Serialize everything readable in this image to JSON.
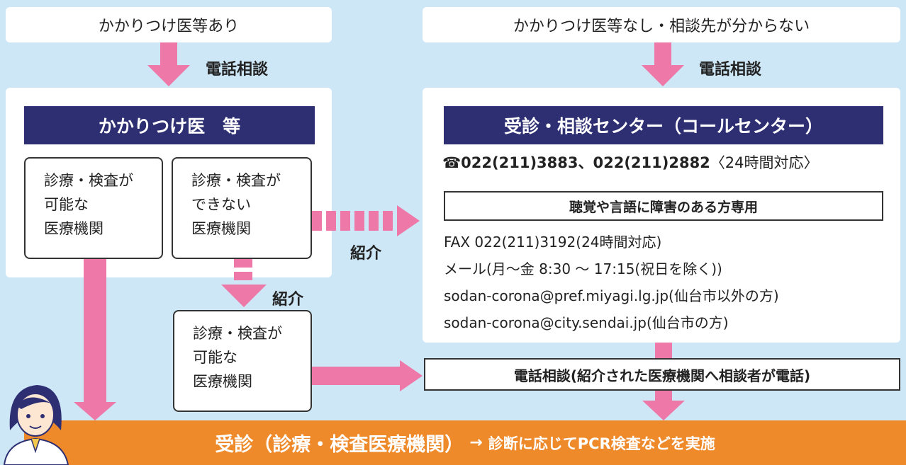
{
  "top_left": "かかりつけ医等あり",
  "top_right": "かかりつけ医等なし・相談先が分からない",
  "phone_consult_left": "電話相談",
  "phone_consult_right": "電話相談",
  "doctor_header": "かかりつけ医　等",
  "box_available": [
    "診療・検査が",
    "可能な",
    "医療機関"
  ],
  "box_unavailable": [
    "診療・検査が",
    "できない",
    "医療機関"
  ],
  "box_referred": [
    "診療・検査が",
    "可能な",
    "医療機関"
  ],
  "referral_right": "紹介",
  "referral_down": "紹介",
  "center_header": "受診・相談センター（コールセンター）",
  "phone_icon": "☎",
  "phone_numbers": "022(211)3883、022(211)2882",
  "phone_hours": "〈24時間対応〉",
  "hearing_box": "聴覚や言語に障害のある方専用",
  "fax_line": "FAX 022(211)3192(24時間対応)",
  "mail_line": "メール(月～金 8:30 ～ 17:15(祝日を除く))",
  "email_1": "sodan-corona@pref.miyagi.lg.jp(仙台市以外の方)",
  "email_2": "sodan-corona@city.sendai.jp(仙台市の方)",
  "referred_phone_box": "電話相談(紹介された医療機関へ相談者が電話)",
  "bottom_main": "受診（診療・検査医療機関）",
  "bottom_arrow": "→",
  "bottom_sub": "診断に応じてPCR検査などを実施",
  "colors": {
    "background": "#cde7f7",
    "navy": "#2e2f73",
    "pink": "#ee78a8",
    "orange": "#ef8a2a"
  }
}
